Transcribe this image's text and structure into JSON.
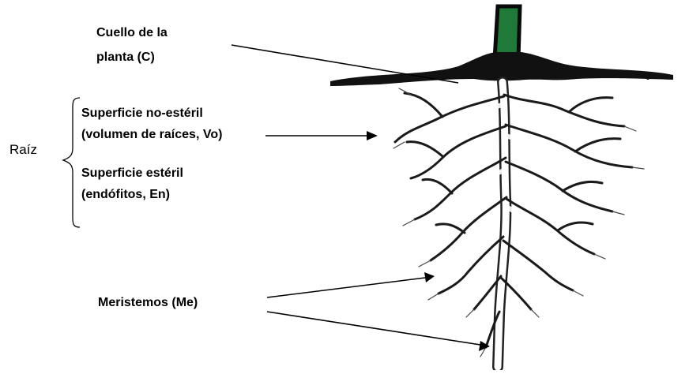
{
  "diagram": {
    "labels": {
      "cuello": [
        "Cuello de la",
        "planta (C)"
      ],
      "raiz": "Raíz",
      "superficie_no_esteril": [
        "Superficie no-estéril",
        "(volumen de raíces, Vo)"
      ],
      "superficie_esteril": [
        "Superficie estéril",
        "(endófitos, En)"
      ],
      "meristemos": "Meristemos (Me)"
    },
    "colors": {
      "stem": "#1f7a3a",
      "soil": "#111111",
      "root": "#ffffff",
      "root_outline": "#222222"
    }
  }
}
